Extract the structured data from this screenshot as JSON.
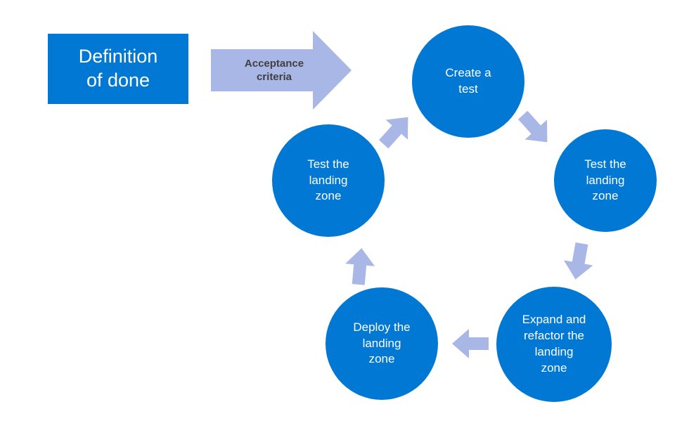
{
  "colors": {
    "primary_blue": "#0078d4",
    "arrow_blue": "#a8b7e6",
    "label_dark": "#404040"
  },
  "definition_box": {
    "label": "Definition\nof done"
  },
  "acceptance_arrow": {
    "label": "Acceptance\ncriteria"
  },
  "cycle": {
    "steps": [
      {
        "id": "create-test",
        "label": "Create a\ntest"
      },
      {
        "id": "test-landing-zone-right",
        "label": "Test the\nlanding\nzone"
      },
      {
        "id": "expand-refactor",
        "label": "Expand and\nrefactor the\nlanding\nzone"
      },
      {
        "id": "deploy-landing-zone",
        "label": "Deploy the\nlanding\nzone"
      },
      {
        "id": "test-landing-zone-left",
        "label": "Test the\nlanding\nzone"
      }
    ]
  }
}
